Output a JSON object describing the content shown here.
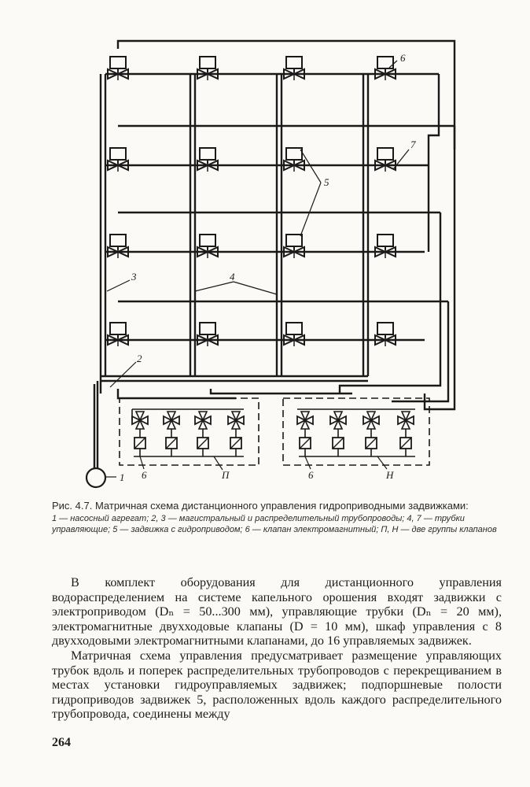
{
  "figure": {
    "labels": {
      "l1": "1",
      "l2": "2",
      "l3": "3",
      "l4": "4",
      "l5": "5",
      "l6a": "6",
      "l6b": "6",
      "l6c": "6",
      "l7": "7",
      "lP": "П",
      "lN": "Н"
    }
  },
  "caption": {
    "title": "Рис. 4.7. Матричная схема дистанционного управления гидроприводными задвижками:",
    "legend": "1 — насосный агрегат; 2, 3 — магистральный и распределительный трубопроводы; 4, 7 — трубки управляющие; 5 — задвижка с гидроприводом; 6 — клапан электромагнитный; П, Н — две группы клапанов"
  },
  "body": {
    "p1": "В комплект оборудования для дистанционного управления водораспределением на системе капельного орошения входят задвижки с электроприводом (Dₙ = 50...300 мм), управляющие трубки (Dₙ = 20 мм), электромагнитные двухходовые клапаны (D = 10 мм), шкаф управления с 8 двухходовыми электромагнитными клапанами, до 16 управляемых задвижек.",
    "p2": "Матричная схема управления предусматривает размещение управляющих трубок вдоль и поперек распределительных трубопроводов с перекрещиванием в местах установки гидроуправляемых задвижек; подпоршневые полости гидроприводов задвижек 5, расположенных вдоль каждого распределительного трубопровода, соединены между"
  },
  "page_number": "264"
}
